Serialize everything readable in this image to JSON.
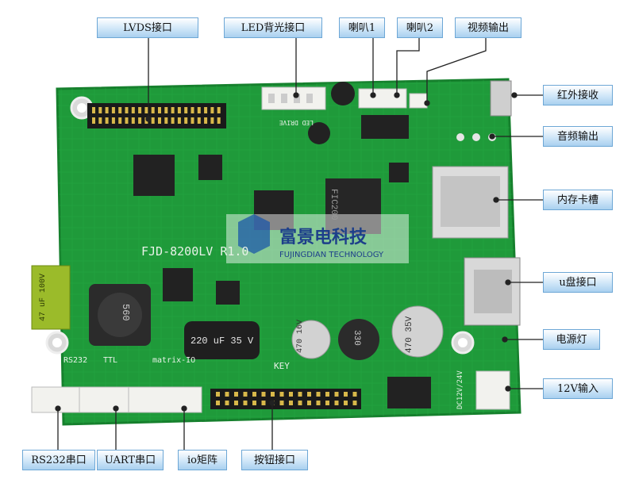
{
  "board": {
    "model_silkscreen": "FJD-8200LV R1.0",
    "watermark_logo_text": "富景电科技",
    "watermark_logo_sub": "FUJINGDIAN TECHNOLOGY",
    "silk_labels": {
      "rs232": "RS232",
      "ttl": "TTL",
      "matrix": "matrix-IO",
      "key": "KEY",
      "dc": "DC12V/24V",
      "led_backlight": "LED DRIVE",
      "cap1": "220 uF 35 V",
      "cap_small_left": "47 uF 100V",
      "cap_470_16": "470 16V",
      "cap_470_35": "470 35V",
      "ind_560": "560",
      "ind_330": "330",
      "chip_main": "FIC200"
    },
    "colors": {
      "pcb": "#1f9a3a",
      "pcb_dark": "#16802d",
      "callout_border": "#6da7d6",
      "pointer": "#222222"
    }
  },
  "callouts": {
    "lvds": "LVDS接口",
    "led_backlight": "LED背光接口",
    "speaker1": "喇叭1",
    "speaker2": "喇叭2",
    "video_out": "视频输出",
    "ir_receive": "红外接收",
    "audio_out": "音频输出",
    "memory_slot": "内存卡槽",
    "usb_port": "u盘接口",
    "power_led": "电源灯",
    "input_12v": "12V输入",
    "rs232_port": "RS232串口",
    "uart_port": "UART串口",
    "io_matrix": "io矩阵",
    "button_port": "按钮接口"
  }
}
